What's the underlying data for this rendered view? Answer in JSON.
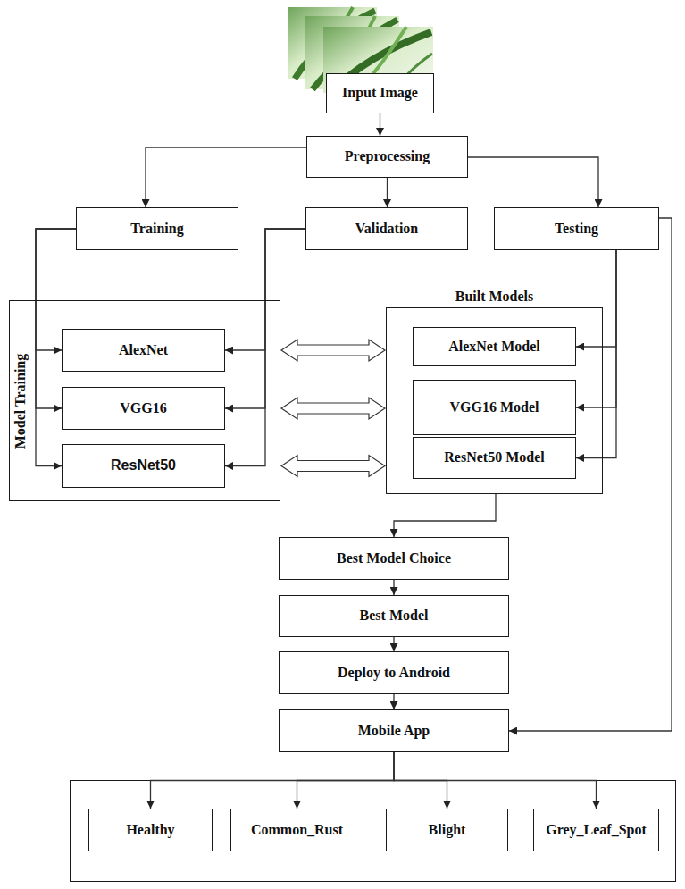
{
  "diagram": {
    "nodes": [
      {
        "text": [
          "Input Image"
        ]
      },
      {
        "text": [
          "Preprocessing"
        ]
      },
      {
        "text": [
          "Training"
        ]
      },
      {
        "text": [
          "Validation"
        ]
      },
      {
        "text": [
          "Testing"
        ]
      },
      {
        "text": [
          "Model Training"
        ]
      },
      {
        "text": [
          "AlexNet"
        ],
        "in": 5
      },
      {
        "text": [
          "VGG16"
        ],
        "in": 5
      },
      {
        "text": [
          "ResNet50"
        ],
        "in": 5
      },
      {
        "text": [
          "Built Models"
        ]
      },
      {
        "text": [
          "AlexNet Model"
        ],
        "in": 9
      },
      {
        "text": [
          "VGG16 Model"
        ],
        "in": 9
      },
      {
        "text": [
          "ResNet50 Model"
        ],
        "in": 9
      },
      {
        "text": [
          "Best Model Choice"
        ]
      },
      {
        "text": [
          "Best Model"
        ]
      },
      {
        "text": [
          "Deploy to Android"
        ]
      },
      {
        "text": [
          "Mobile App"
        ]
      },
      {
        "text": [
          "Healthy"
        ]
      },
      {
        "text": [
          "Common_Rust"
        ]
      },
      {
        "text": [
          "Blight"
        ]
      },
      {
        "text": [
          "Grey_Leaf_Spot"
        ]
      }
    ],
    "edges": [
      {
        "from": 0,
        "to": 1,
        "arrow": "to"
      },
      {
        "from": 1,
        "to": 2,
        "arrow": "to"
      },
      {
        "from": 1,
        "to": 3,
        "arrow": "to"
      },
      {
        "from": 1,
        "to": 4,
        "arrow": "to"
      },
      {
        "from": 2,
        "to": 6,
        "arrow": "to"
      },
      {
        "from": 2,
        "to": 7,
        "arrow": "to"
      },
      {
        "from": 2,
        "to": 8,
        "arrow": "to"
      },
      {
        "from": 3,
        "to": 6,
        "arrow": "to"
      },
      {
        "from": 3,
        "to": 7,
        "arrow": "to"
      },
      {
        "from": 3,
        "to": 8,
        "arrow": "to"
      },
      {
        "from": 6,
        "to": 10,
        "arrow": "both"
      },
      {
        "from": 7,
        "to": 11,
        "arrow": "both"
      },
      {
        "from": 8,
        "to": 12,
        "arrow": "both"
      },
      {
        "from": 4,
        "to": 10,
        "arrow": "to"
      },
      {
        "from": 4,
        "to": 11,
        "arrow": "to"
      },
      {
        "from": 4,
        "to": 12,
        "arrow": "to"
      },
      {
        "from": 4,
        "to": 16,
        "arrow": "to"
      },
      {
        "from": 9,
        "to": 13,
        "arrow": "to"
      },
      {
        "from": 13,
        "to": 14,
        "arrow": "to"
      },
      {
        "from": 14,
        "to": 15,
        "arrow": "to"
      },
      {
        "from": 15,
        "to": 16,
        "arrow": "to"
      },
      {
        "from": 16,
        "to": 17,
        "arrow": "to"
      },
      {
        "from": 16,
        "to": 18,
        "arrow": "to"
      },
      {
        "from": 16,
        "to": 19,
        "arrow": "to"
      },
      {
        "from": 16,
        "to": 20,
        "arrow": "to"
      }
    ]
  }
}
